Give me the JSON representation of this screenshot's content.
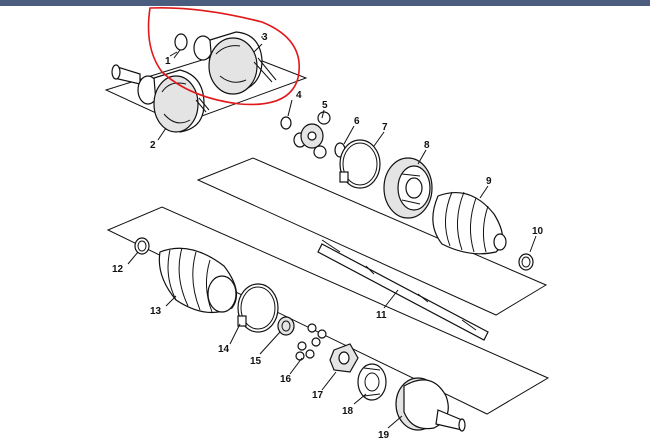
{
  "diagram": {
    "callouts": [
      "1",
      "2",
      "3",
      "4",
      "5",
      "6",
      "7",
      "8",
      "9",
      "10",
      "11",
      "12",
      "13",
      "14",
      "15",
      "16",
      "17",
      "18",
      "19"
    ],
    "highlight_color": "#e0191b",
    "header_color": "#4a5d7e"
  }
}
